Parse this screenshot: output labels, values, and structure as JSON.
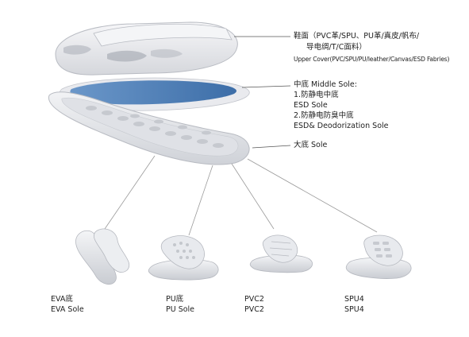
{
  "callouts": {
    "upper": {
      "line1": "鞋面（PVC革/SPU、PU革/真皮/帆布/",
      "line2": "导电绸/T/C面料）",
      "line3": "Upper Cover(PVC/SPU/PU/leather/Canvas/ESD Fabries)"
    },
    "middle": {
      "line1": "中底 Middle Sole:",
      "line2": "1.防静电中底",
      "line3": "ESD Sole",
      "line4": "2.防静电防臭中底",
      "line5": "ESD& Deodorization Sole"
    },
    "sole": {
      "line1": "大底 Sole"
    }
  },
  "soles": [
    {
      "cn": "EVA底",
      "en": "EVA Sole"
    },
    {
      "cn": "PU底",
      "en": "PU Sole"
    },
    {
      "cn": "PVC2",
      "en": "PVC2"
    },
    {
      "cn": "SPU4",
      "en": "SPU4"
    }
  ],
  "colors": {
    "upper": "#ecedf0",
    "insole_blue": "#4f7fb8",
    "sole": "#e4e6ea",
    "line": "#888888"
  }
}
